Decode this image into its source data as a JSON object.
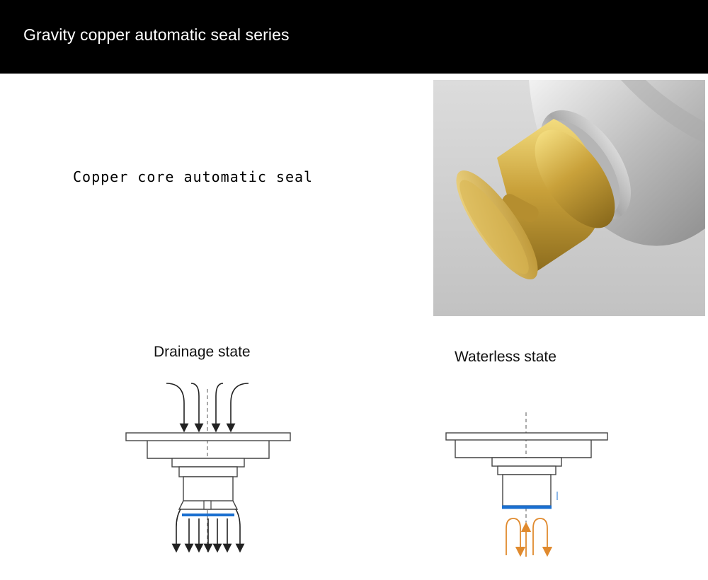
{
  "header": {
    "title": "Gravity copper automatic seal series"
  },
  "product": {
    "subtitle": "Copper core automatic seal"
  },
  "diagrams": {
    "drainage_label": "Drainage state",
    "waterless_label": "Waterless state"
  },
  "colors": {
    "header_bg": "#000000",
    "seal_blue": "#1a6fd0",
    "flow_orange": "#e08a2e",
    "brass": "#c9a13a"
  }
}
